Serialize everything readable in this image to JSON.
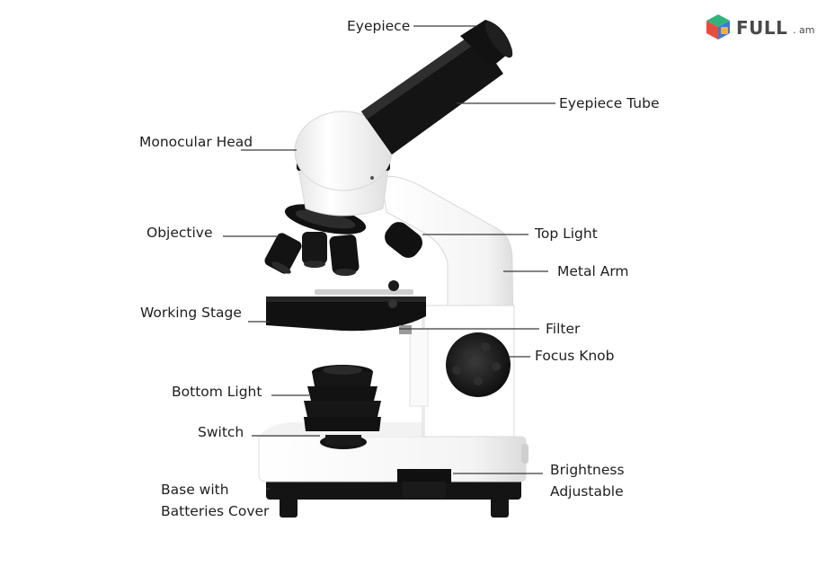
{
  "logo": {
    "brand": "FULL",
    "tld": ". am",
    "mark_colors": [
      "#2fb57c",
      "#e94b3c",
      "#3a7bd5",
      "#f2b134"
    ]
  },
  "labels": {
    "eyepiece": "Eyepiece",
    "eyepiece_tube": "Eyepiece Tube",
    "monocular_head": "Monocular Head",
    "objective": "Objective",
    "top_light": "Top Light",
    "metal_arm": "Metal Arm",
    "working_stage": "Working Stage",
    "filter": "Filter",
    "focus_knob": "Focus Knob",
    "bottom_light": "Bottom Light",
    "switch": "Switch",
    "base_line1": "Base with",
    "base_line2": "Batteries Cover",
    "brightness_line1": "Brightness",
    "brightness_line2": "Adjustable"
  },
  "colors": {
    "body": "#ffffff",
    "shadow": "#d9d9d9",
    "black": "#141414",
    "line": "#3a3a3a"
  }
}
